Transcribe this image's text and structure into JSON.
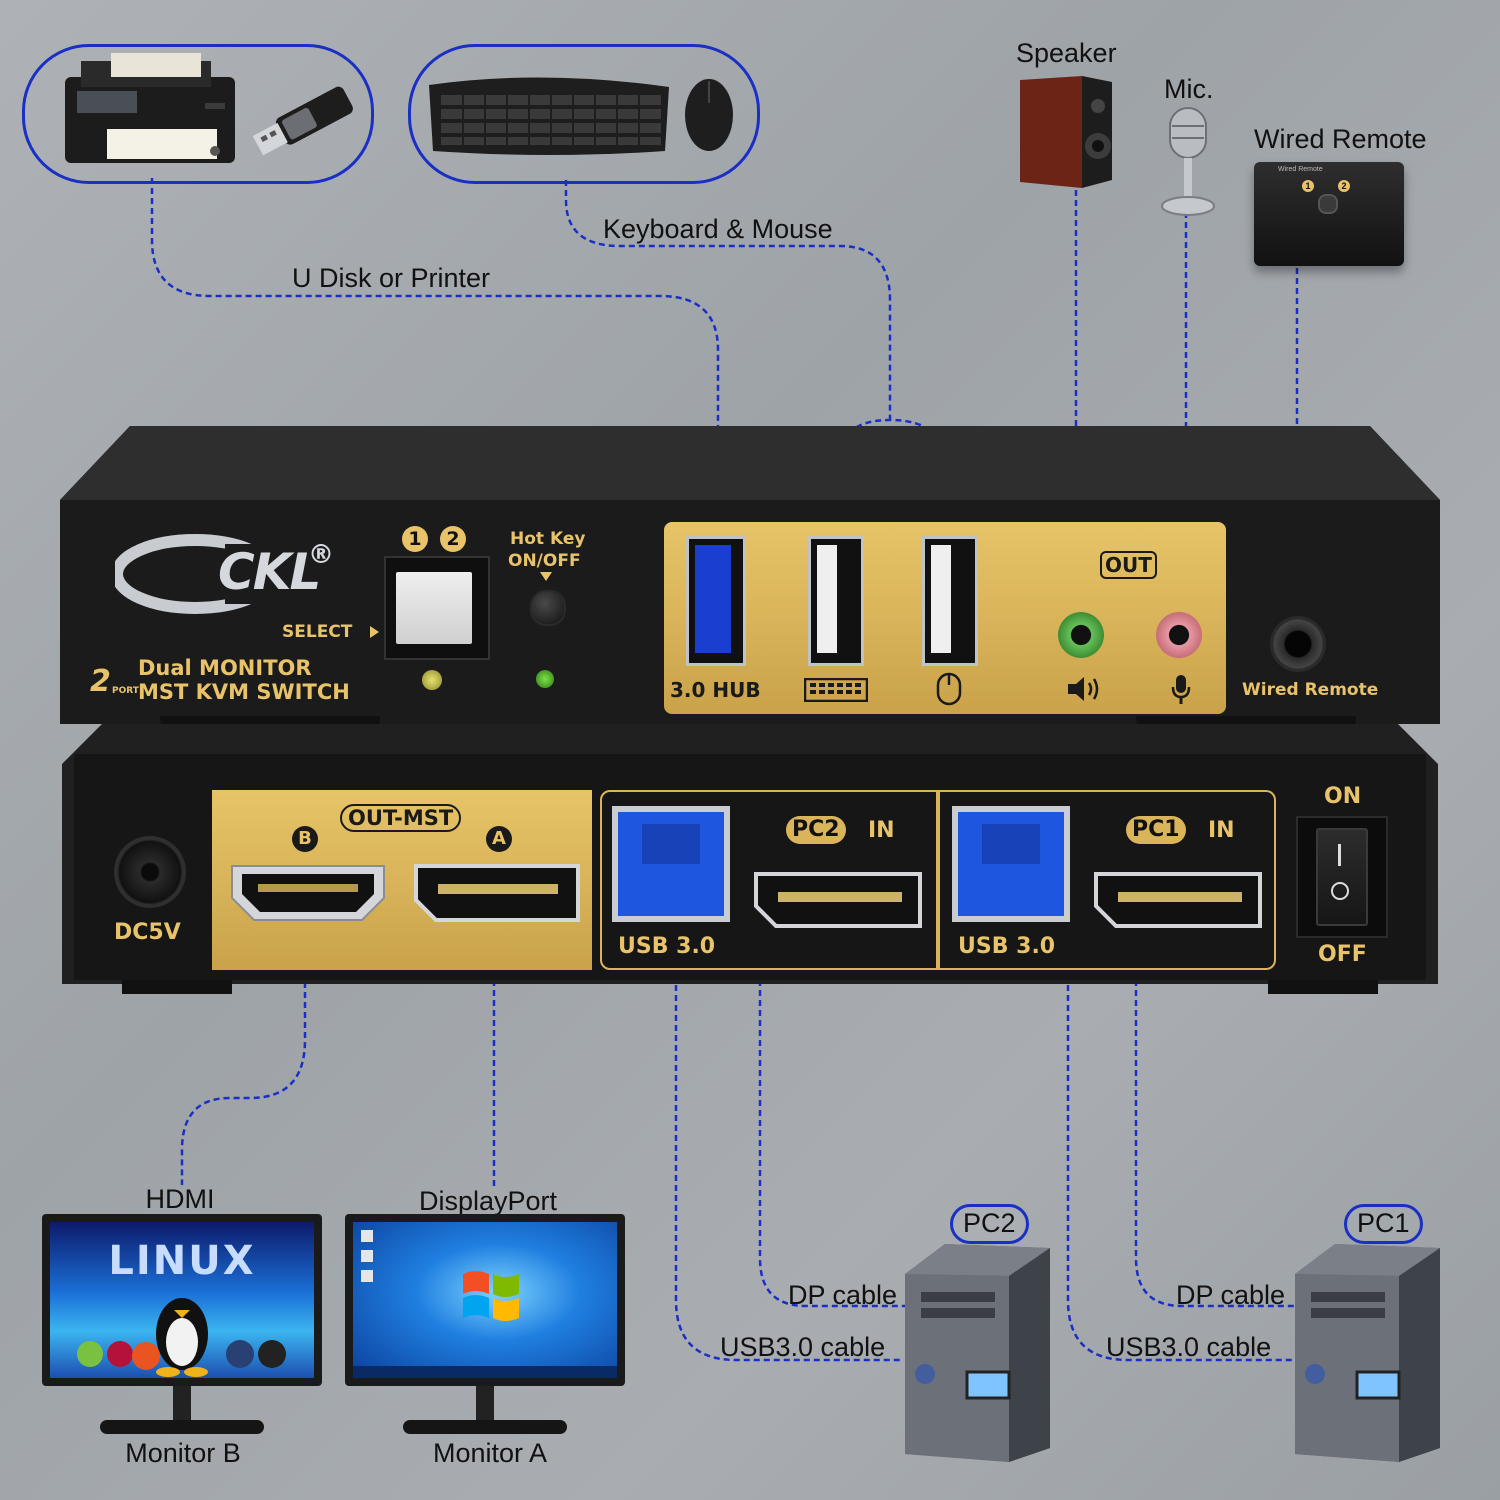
{
  "top_devices": {
    "usb_label": "U Disk or Printer",
    "keyboard_label": "Keyboard & Mouse",
    "speaker_label": "Speaker",
    "mic_label": "Mic.",
    "remote_label": "Wired Remote",
    "remote_ports": [
      "1",
      "2"
    ],
    "remote_brand": "Wired Remote"
  },
  "front_panel": {
    "brand": "CKL",
    "registered": "®",
    "port_digits": [
      "1",
      "2"
    ],
    "select_label": "SELECT",
    "hotkey_label_1": "Hot Key",
    "hotkey_label_2": "ON/OFF",
    "model_count": "2",
    "model_port": "PORT",
    "model_line_1": "Dual MONITOR",
    "model_line_2": "MST KVM SWITCH",
    "usb_hub_label": "3.0 HUB",
    "out_label": "OUT",
    "wired_remote_label": "Wired Remote"
  },
  "rear_panel": {
    "power_label": "DC5V",
    "out_mst_label": "OUT-MST",
    "port_b": "B",
    "port_a": "A",
    "pc2_label": "PC2",
    "pc1_label": "PC1",
    "in_label": "IN",
    "usb_label": "USB 3.0",
    "switch_on": "ON",
    "switch_off": "OFF"
  },
  "bottom": {
    "hdmi_label": "HDMI",
    "displayport_label": "DisplayPort",
    "monitor_b_label": "Monitor B",
    "monitor_a_label": "Monitor A",
    "monitor_b_screen_text": "LINUX",
    "pc2_label": "PC2",
    "pc1_label": "PC1",
    "dp_cable_label": "DP cable",
    "usb_cable_label": "USB3.0 cable"
  },
  "colors": {
    "wire": "#1a2fc4",
    "gold": "#d9b45a",
    "device_body": "#1f1f1f",
    "background": "#a3a7ab"
  }
}
